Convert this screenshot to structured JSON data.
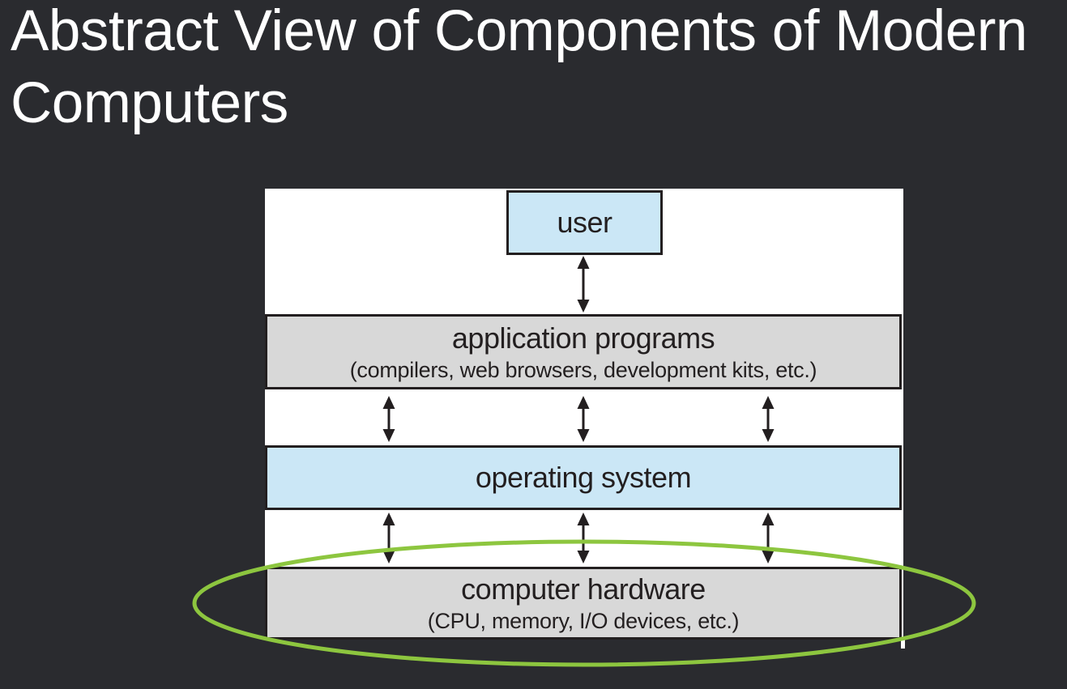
{
  "slide": {
    "title_lines": [
      "Abstract View of Components of Modern",
      "Computers"
    ],
    "background_color": "#2a2b2f",
    "title_color": "#ffffff"
  },
  "diagram": {
    "panel_color": "#ffffff",
    "box_border_color": "#231f20",
    "text_color": "#231f20",
    "arrow_color": "#231f20",
    "highlight_ellipse_color": "#8dc63f",
    "boxes": {
      "user": {
        "label": "user",
        "fill": "#cbe7f6"
      },
      "application_programs": {
        "label": "application programs",
        "sublabel": "(compilers, web browsers, development kits, etc.)",
        "fill": "#d8d8d8"
      },
      "operating_system": {
        "label": "operating system",
        "fill": "#cbe7f6"
      },
      "computer_hardware": {
        "label": "computer hardware",
        "sublabel": "(CPU, memory, I/O devices, etc.)",
        "fill": "#d8d8d8"
      }
    }
  }
}
